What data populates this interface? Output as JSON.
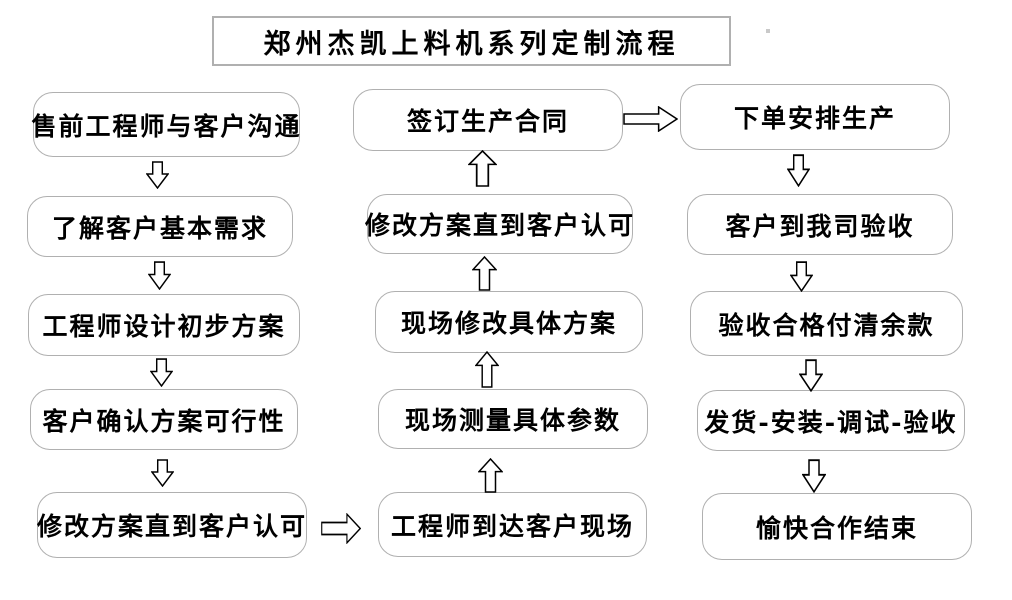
{
  "title": "郑州杰凯上料机系列定制流程",
  "steps": {
    "left": [
      "售前工程师与客户沟通",
      "了解客户基本需求",
      "工程师设计初步方案",
      "客户确认方案可行性",
      "修改方案直到客户认可"
    ],
    "middle": [
      "签订生产合同",
      "修改方案直到客户认可",
      "现场修改具体方案",
      "现场测量具体参数",
      "工程师到达客户现场"
    ],
    "right": [
      "下单安排生产",
      "客户到我司验收",
      "验收合格付清余款",
      "发货-安装-调试-验收",
      "愉快合作结束"
    ]
  },
  "colors": {
    "border": "#b0b0b0",
    "arrow_outline": "#000000",
    "text": "#000000",
    "background": "#ffffff"
  }
}
